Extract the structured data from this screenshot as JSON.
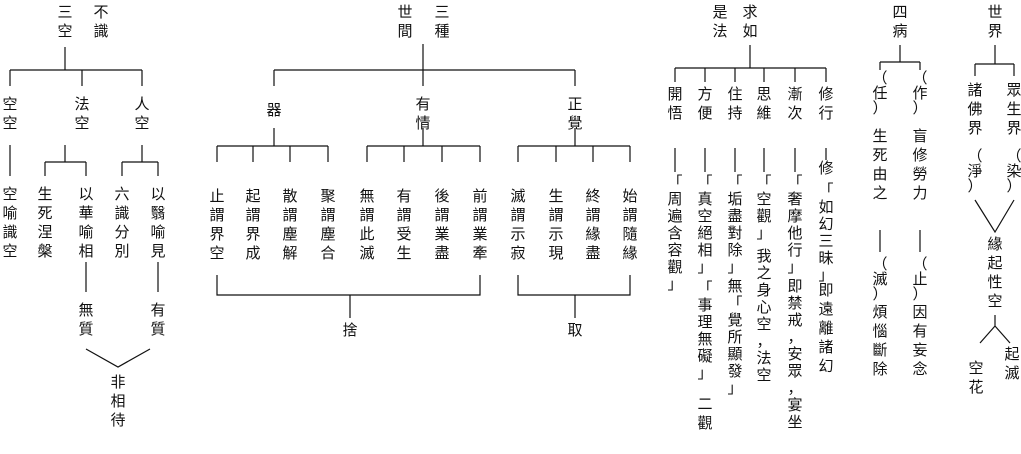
{
  "sec1": {
    "title_cols": [
      "不識",
      "三空"
    ],
    "branches": [
      {
        "label": "人空",
        "leaves": [
          {
            "text": "以翳喻見",
            "bottom": "有質"
          },
          {
            "text": "六識分別"
          }
        ]
      },
      {
        "label": "法空",
        "leaves": [
          {
            "text": "以華喻相",
            "bottom": "無質"
          },
          {
            "text": "生死涅槃"
          }
        ]
      },
      {
        "label": "空空",
        "leaves": [
          {
            "text": "空喻識空"
          }
        ]
      }
    ],
    "merge": "非相待"
  },
  "sec2": {
    "title_cols": [
      "三種",
      "世間"
    ],
    "branches": [
      {
        "label": "正覺",
        "leaves": [
          "始謂隨緣",
          "終謂緣盡",
          "生謂示現",
          "滅謂示寂"
        ],
        "group": "取"
      },
      {
        "label": "有情",
        "leaves": [
          "前謂業牽",
          "後謂業盡",
          "有謂受生",
          "無謂此滅"
        ]
      },
      {
        "label": "器",
        "leaves": [
          "聚謂塵合",
          "散謂塵解",
          "起謂界成",
          "止謂界空"
        ]
      }
    ],
    "group": "捨"
  },
  "sec3": {
    "title_cols": [
      "求如",
      "是法"
    ],
    "columns": [
      [
        "修行",
        "修",
        "「如幻三昧」",
        "即遠離諸幻"
      ],
      [
        "漸次",
        "「奢摩他行」",
        "即禁戒，安眾，宴坐"
      ],
      [
        "思維",
        "「空觀」",
        "我之身心空，法空"
      ],
      [
        "住持",
        "「垢盡對除」",
        "無「覺所顯發」"
      ],
      [
        "方便",
        "「真空絕相」",
        "「事理無礙」",
        "二觀"
      ],
      [
        "開悟",
        "「周遍含容觀」"
      ]
    ]
  },
  "sec4": {
    "title": "四病",
    "columns": [
      [
        "（作）",
        "盲修勞力",
        "（止）",
        "因有妄念"
      ],
      [
        "（任）",
        "生死由之",
        "（滅）",
        "煩惱斷除"
      ]
    ]
  },
  "sec5": {
    "title": "世界",
    "right": [
      "眾生界",
      "（染）"
    ],
    "left": [
      "諸佛界",
      "（淨）"
    ],
    "center": "緣起性空",
    "bottom_right": "起滅",
    "bottom_left": "空花"
  }
}
